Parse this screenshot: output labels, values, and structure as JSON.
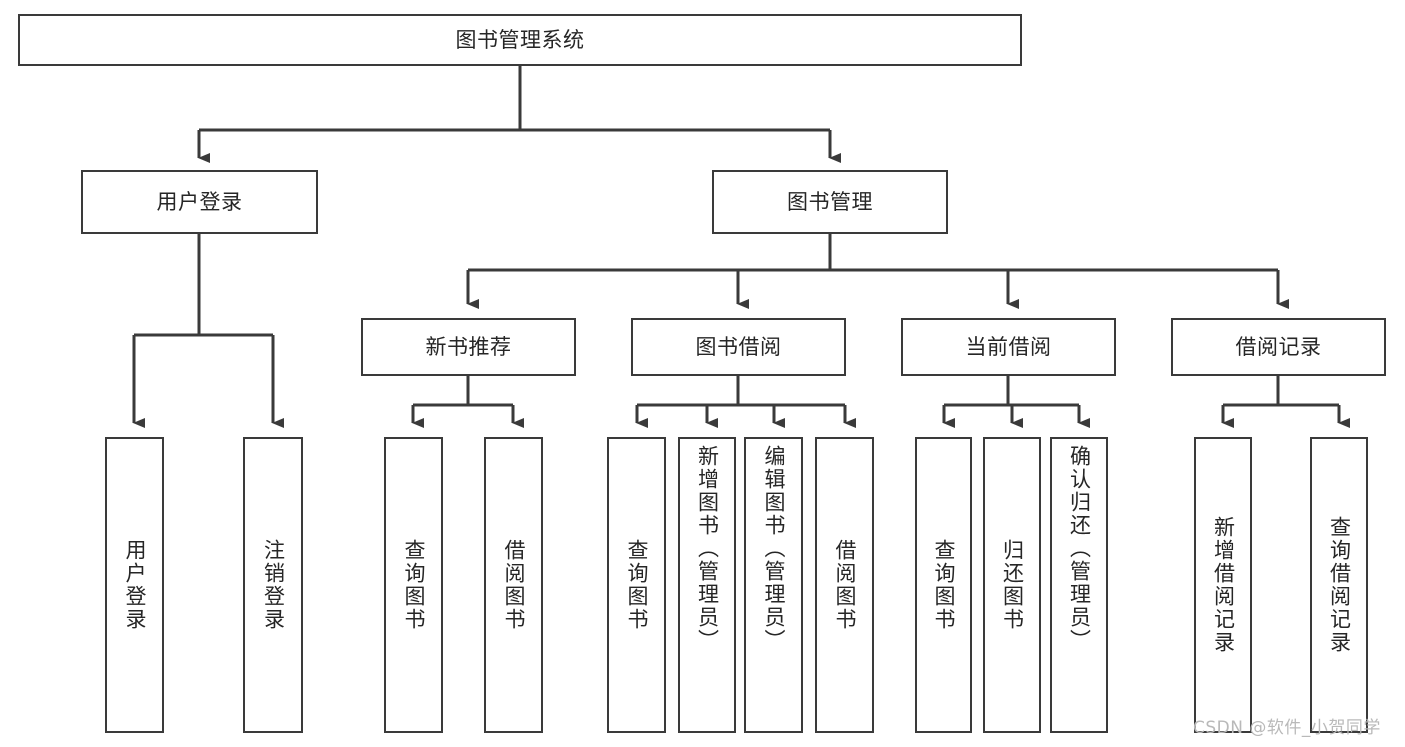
{
  "diagram": {
    "type": "hierarchy-tree",
    "title": "图书管理系统",
    "orientation": "top-down",
    "levels": 3,
    "nodes": {
      "root": {
        "label": "图书管理系统",
        "level": 0
      },
      "user_login": {
        "label": "用户登录",
        "level": 1
      },
      "book_manage": {
        "label": "图书管理",
        "level": 1
      },
      "new_book_rec": {
        "label": "新书推荐",
        "level": 2
      },
      "book_borrow": {
        "label": "图书借阅",
        "level": 2
      },
      "current_borrow": {
        "label": "当前借阅",
        "level": 2
      },
      "borrow_record": {
        "label": "借阅记录",
        "level": 2
      },
      "leaf_user_login": {
        "label": "用户登录",
        "level": 3
      },
      "leaf_logout": {
        "label": "注销登录",
        "level": 3
      },
      "leaf_query_book_1": {
        "label": "查询图书",
        "level": 3
      },
      "leaf_borrow_book_1": {
        "label": "借阅图书",
        "level": 3
      },
      "leaf_query_book_2": {
        "label": "查询图书",
        "level": 3
      },
      "leaf_add_book": {
        "label": "新增图书（管理员）",
        "level": 3
      },
      "leaf_edit_book": {
        "label": "编辑图书（管理员）",
        "level": 3
      },
      "leaf_borrow_book_2": {
        "label": "借阅图书",
        "level": 3
      },
      "leaf_query_book_3": {
        "label": "查询图书",
        "level": 3
      },
      "leaf_return_book": {
        "label": "归还图书",
        "level": 3
      },
      "leaf_confirm_return": {
        "label": "确认归还（管理员）",
        "level": 3
      },
      "leaf_add_record": {
        "label": "新增借阅记录",
        "level": 3
      },
      "leaf_query_record": {
        "label": "查询借阅记录",
        "level": 3
      }
    },
    "edges": [
      {
        "from": "root",
        "to": "user_login"
      },
      {
        "from": "root",
        "to": "book_manage"
      },
      {
        "from": "book_manage",
        "to": "new_book_rec"
      },
      {
        "from": "book_manage",
        "to": "book_borrow"
      },
      {
        "from": "book_manage",
        "to": "current_borrow"
      },
      {
        "from": "book_manage",
        "to": "borrow_record"
      },
      {
        "from": "user_login",
        "to": "leaf_user_login"
      },
      {
        "from": "user_login",
        "to": "leaf_logout"
      },
      {
        "from": "new_book_rec",
        "to": "leaf_query_book_1"
      },
      {
        "from": "new_book_rec",
        "to": "leaf_borrow_book_1"
      },
      {
        "from": "book_borrow",
        "to": "leaf_query_book_2"
      },
      {
        "from": "book_borrow",
        "to": "leaf_add_book"
      },
      {
        "from": "book_borrow",
        "to": "leaf_edit_book"
      },
      {
        "from": "book_borrow",
        "to": "leaf_borrow_book_2"
      },
      {
        "from": "current_borrow",
        "to": "leaf_query_book_3"
      },
      {
        "from": "current_borrow",
        "to": "leaf_return_book"
      },
      {
        "from": "current_borrow",
        "to": "leaf_confirm_return"
      },
      {
        "from": "borrow_record",
        "to": "leaf_add_record"
      },
      {
        "from": "borrow_record",
        "to": "leaf_query_record"
      }
    ],
    "colors": {
      "node_border": "#3a3a3a",
      "node_fill": "#ffffff",
      "edge": "#3a3a3a",
      "text": "#262626",
      "background": "#ffffff",
      "watermark": "#b9b9b9"
    }
  },
  "watermark": {
    "text": "CSDN @软件_小贺同学"
  }
}
